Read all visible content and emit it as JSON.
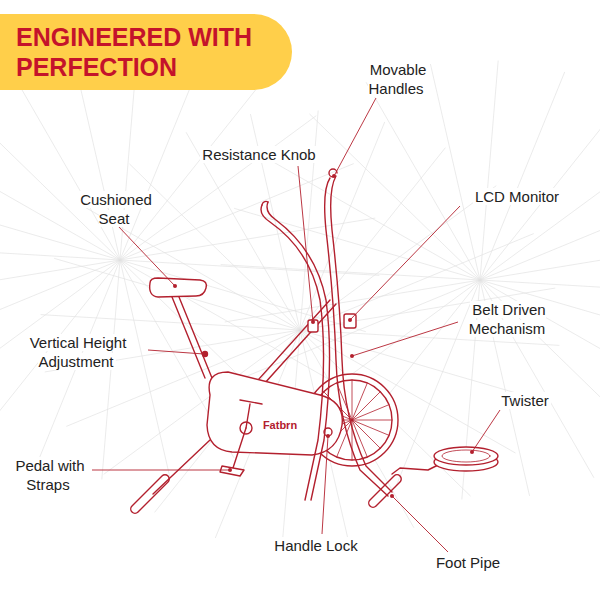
{
  "diagram": {
    "title": "ENGINEERED WITH PERFECTION",
    "labels": [
      "Movable Handles",
      "Resistance Knob",
      "Cushioned Seat",
      "LCD Monitor",
      "Belt Driven Mechanism",
      "Vertical Height Adjustment",
      "Fatbrn",
      "Twister",
      "Pedal with Straps",
      "Handle Lock",
      "Foot Pipe"
    ]
  }
}
